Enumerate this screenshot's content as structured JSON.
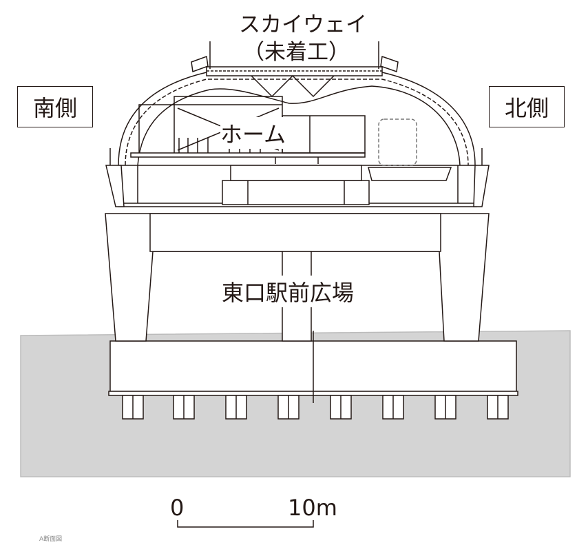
{
  "title": {
    "line1": "スカイウェイ",
    "line2": "（未着工）"
  },
  "sides": {
    "south": "南側",
    "north": "北側"
  },
  "labels": {
    "platform": "ホーム",
    "plaza": "東口駅前広場"
  },
  "scale": {
    "start": "0",
    "end": "10m"
  },
  "caption": "A断面図",
  "colors": {
    "ground": "#d4d4d4",
    "line": "#231815"
  }
}
